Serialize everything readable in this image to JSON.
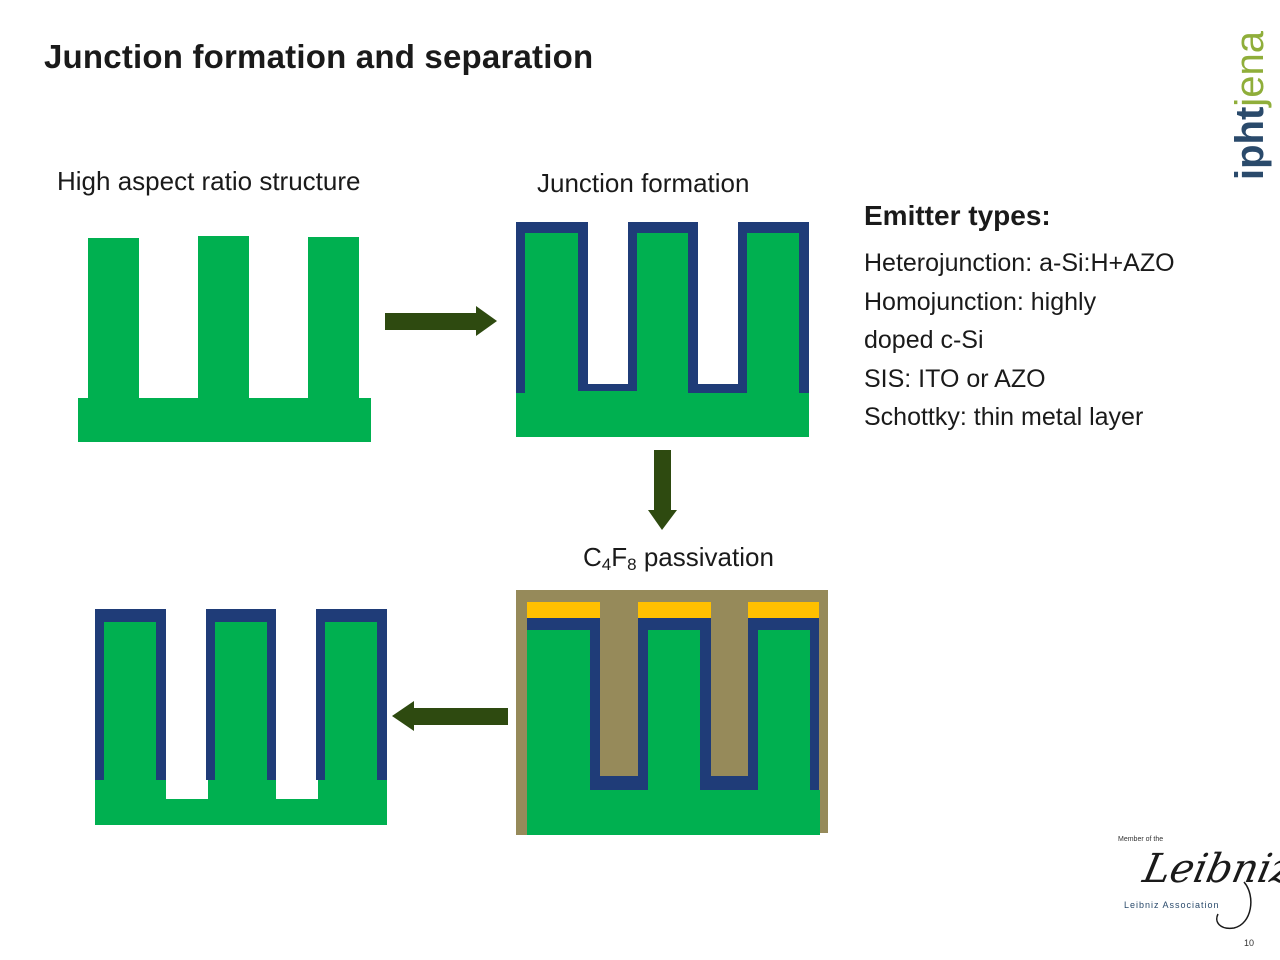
{
  "title": "Junction formation and separation",
  "labels": {
    "high_aspect": "High aspect ratio structure",
    "junction_formation": "Junction formation",
    "passivation_pre": "C",
    "passivation_sub1": "4",
    "passivation_mid": "F",
    "passivation_sub2": "8",
    "passivation_post": " passivation"
  },
  "emitter": {
    "heading": "Emitter types:",
    "lines": [
      "Heterojunction: a-Si:H+AZO",
      "Homojunction: highly",
      "doped c-Si",
      "SIS: ITO or AZO",
      "Schottky: thin metal layer"
    ]
  },
  "logo": {
    "part1": "ipht",
    "part2": "jena"
  },
  "leibniz": {
    "member": "Member of the",
    "signature": "Leibniz",
    "association": "Leibniz Association"
  },
  "page_number": "10",
  "colors": {
    "silicon": "#00b050",
    "emitter": "#1f3c78",
    "passivation": "#968a5a",
    "cap": "#ffc000",
    "arrow": "#2e4a10"
  }
}
